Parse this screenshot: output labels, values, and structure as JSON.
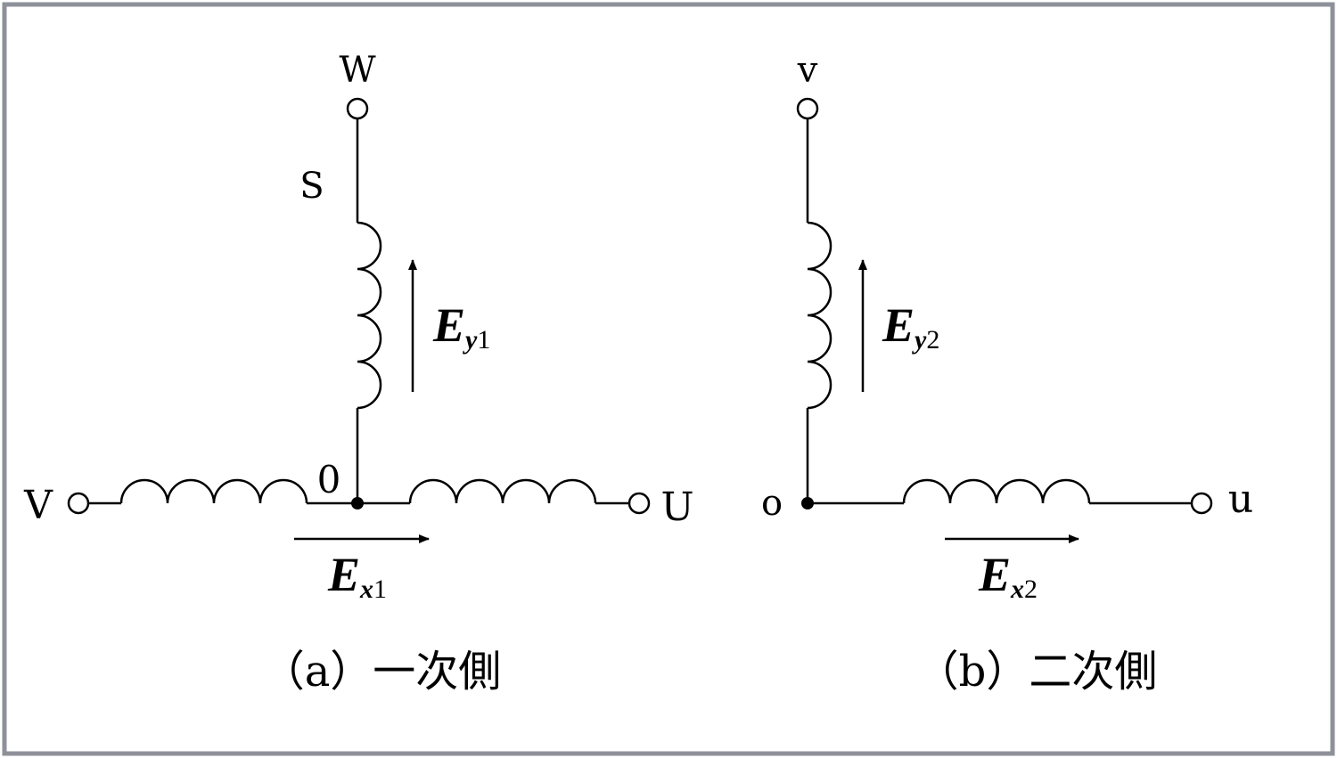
{
  "panel_a": {
    "terminal_w": "W",
    "terminal_v": "V",
    "terminal_u": "U",
    "node_label": "0",
    "winding_label": "S",
    "emf_y": {
      "main": "E",
      "sub_var": "y",
      "sub_num": "1"
    },
    "emf_x": {
      "main": "E",
      "sub_var": "x",
      "sub_num": "1"
    },
    "caption": "（a）一次側"
  },
  "panel_b": {
    "terminal_v": "v",
    "terminal_u": "u",
    "node_label": "o",
    "emf_y": {
      "main": "E",
      "sub_var": "y",
      "sub_num": "2"
    },
    "emf_x": {
      "main": "E",
      "sub_var": "x",
      "sub_num": "2"
    },
    "caption": "（b）二次側"
  },
  "colors": {
    "frame": "#8e9199",
    "line": "#000000",
    "background": "#ffffff"
  }
}
